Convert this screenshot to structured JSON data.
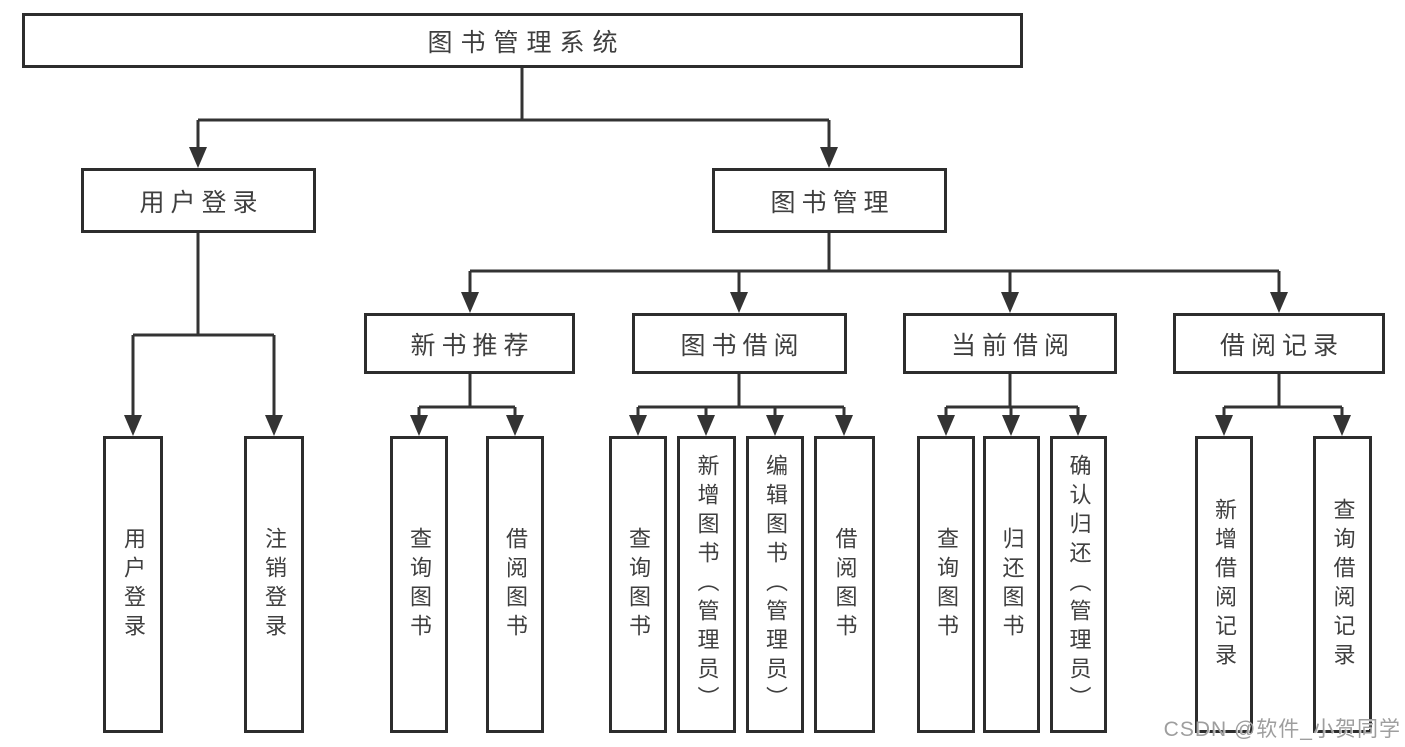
{
  "root": {
    "label": "图书管理系统"
  },
  "level2": [
    {
      "label": "用户登录"
    },
    {
      "label": "图书管理"
    }
  ],
  "level3": [
    {
      "label": "新书推荐"
    },
    {
      "label": "图书借阅"
    },
    {
      "label": "当前借阅"
    },
    {
      "label": "借阅记录"
    }
  ],
  "leaves": {
    "user_login": [
      {
        "label": "用户登录"
      },
      {
        "label": "注销登录"
      }
    ],
    "new_book_recommend": [
      {
        "label": "查询图书"
      },
      {
        "label": "借阅图书"
      }
    ],
    "book_borrow": [
      {
        "label": "查询图书"
      },
      {
        "label": "新增图书（管理员）"
      },
      {
        "label": "编辑图书（管理员）"
      },
      {
        "label": "借阅图书"
      }
    ],
    "current_borrow": [
      {
        "label": "查询图书"
      },
      {
        "label": "归还图书"
      },
      {
        "label": "确认归还（管理员）"
      }
    ],
    "borrow_record": [
      {
        "label": "新增借阅记录"
      },
      {
        "label": "查询借阅记录"
      }
    ]
  },
  "watermark": "CSDN @软件_小贺同学",
  "colors": {
    "line": "#333333",
    "border": "#2d2d2d",
    "text": "#3f3f3f",
    "background": "#ffffff",
    "watermark": "#9e9e9e"
  }
}
